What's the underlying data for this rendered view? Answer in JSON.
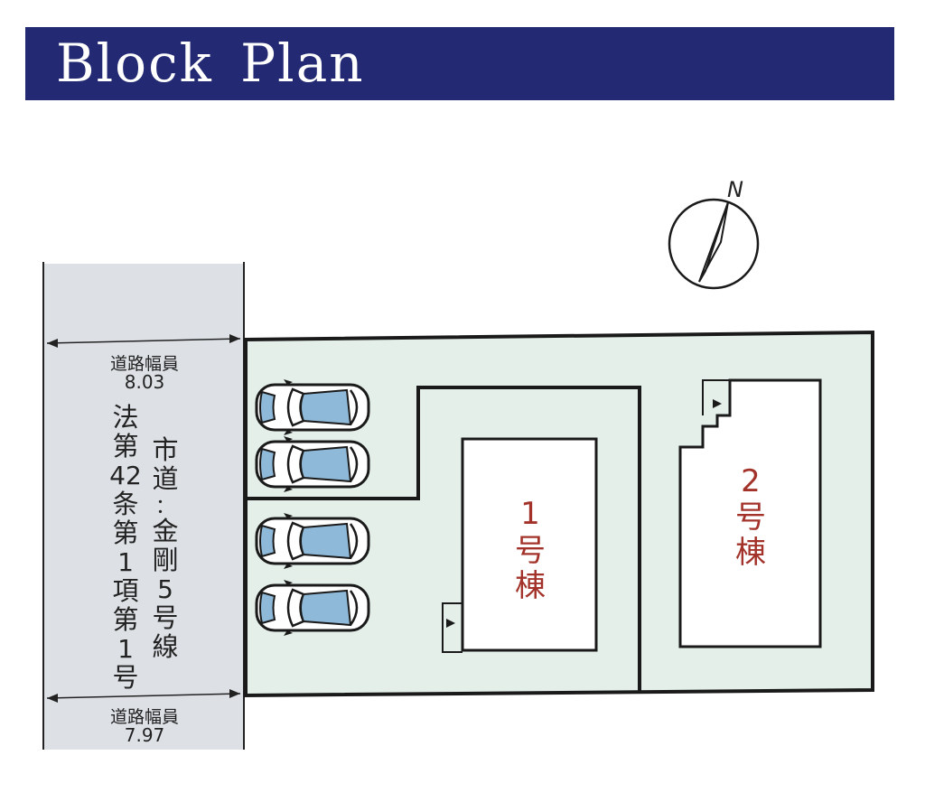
{
  "title": "Block Plan",
  "compass": {
    "label": "N"
  },
  "road": {
    "width_label": "道路幅員",
    "width_top": "8.03",
    "width_bottom": "7.97",
    "legal": [
      "法",
      "第",
      "42",
      "条",
      "第",
      "1",
      "項",
      "第",
      "1",
      "号"
    ],
    "name": [
      "市",
      "道",
      "：",
      "金",
      "剛",
      "5",
      "号",
      "線"
    ]
  },
  "buildings": [
    {
      "number": "1",
      "chars": [
        "号",
        "棟"
      ]
    },
    {
      "number": "2",
      "chars": [
        "号",
        "棟"
      ]
    }
  ],
  "colors": {
    "banner": "#232a73",
    "site": "#e3efe8",
    "road": "#dde1e6",
    "building_label": "#a3332a",
    "car_glass": "#8fb9d8"
  }
}
